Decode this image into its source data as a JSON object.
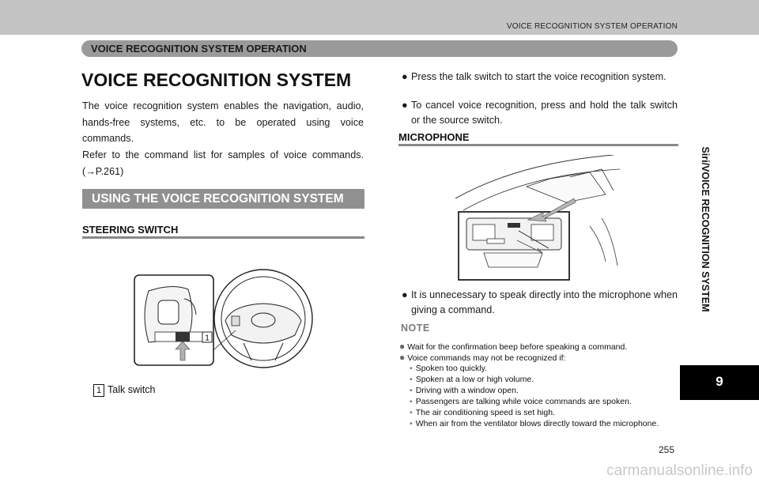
{
  "header": {
    "running_title": "VOICE RECOGNITION SYSTEM OPERATION",
    "section_bar": "VOICE RECOGNITION SYSTEM OPERATION"
  },
  "side_tab": {
    "label": "Siri/VOICE RECOGNITION SYSTEM",
    "chapter": "9"
  },
  "left": {
    "title": "VOICE RECOGNITION SYSTEM",
    "para1": "The voice recognition system enables the navigation, audio, hands-free systems, etc. to be operated using voice commands.",
    "para2": "Refer to the command list for samples of voice commands. (→P.261)",
    "gray_heading": "USING THE VOICE RECOGNITION SYSTEM",
    "subheading": "STEERING SWITCH",
    "figure_callout": "1",
    "caption_num": "1",
    "caption_text": "Talk switch"
  },
  "right": {
    "bullets": [
      "Press the talk switch to start the voice recognition system.",
      "To cancel voice recognition, press and hold the talk switch or the source switch."
    ],
    "subheading": "MICROPHONE",
    "bullet3": "It is unnecessary to speak directly into the microphone when giving a command.",
    "note": {
      "title": "NOTE",
      "item1": "Wait for the confirmation beep before speaking a command.",
      "item2": "Voice commands may not be recognized if:",
      "subitems": [
        "Spoken too quickly.",
        "Spoken at a low or high volume.",
        "Driving with a window open.",
        "Passengers are talking while voice commands are spoken.",
        "The air conditioning speed is set high.",
        "When air from the ventilator blows directly toward the microphone."
      ]
    }
  },
  "footer": {
    "page_number": "255",
    "watermark": "carmanualsonline.info"
  }
}
